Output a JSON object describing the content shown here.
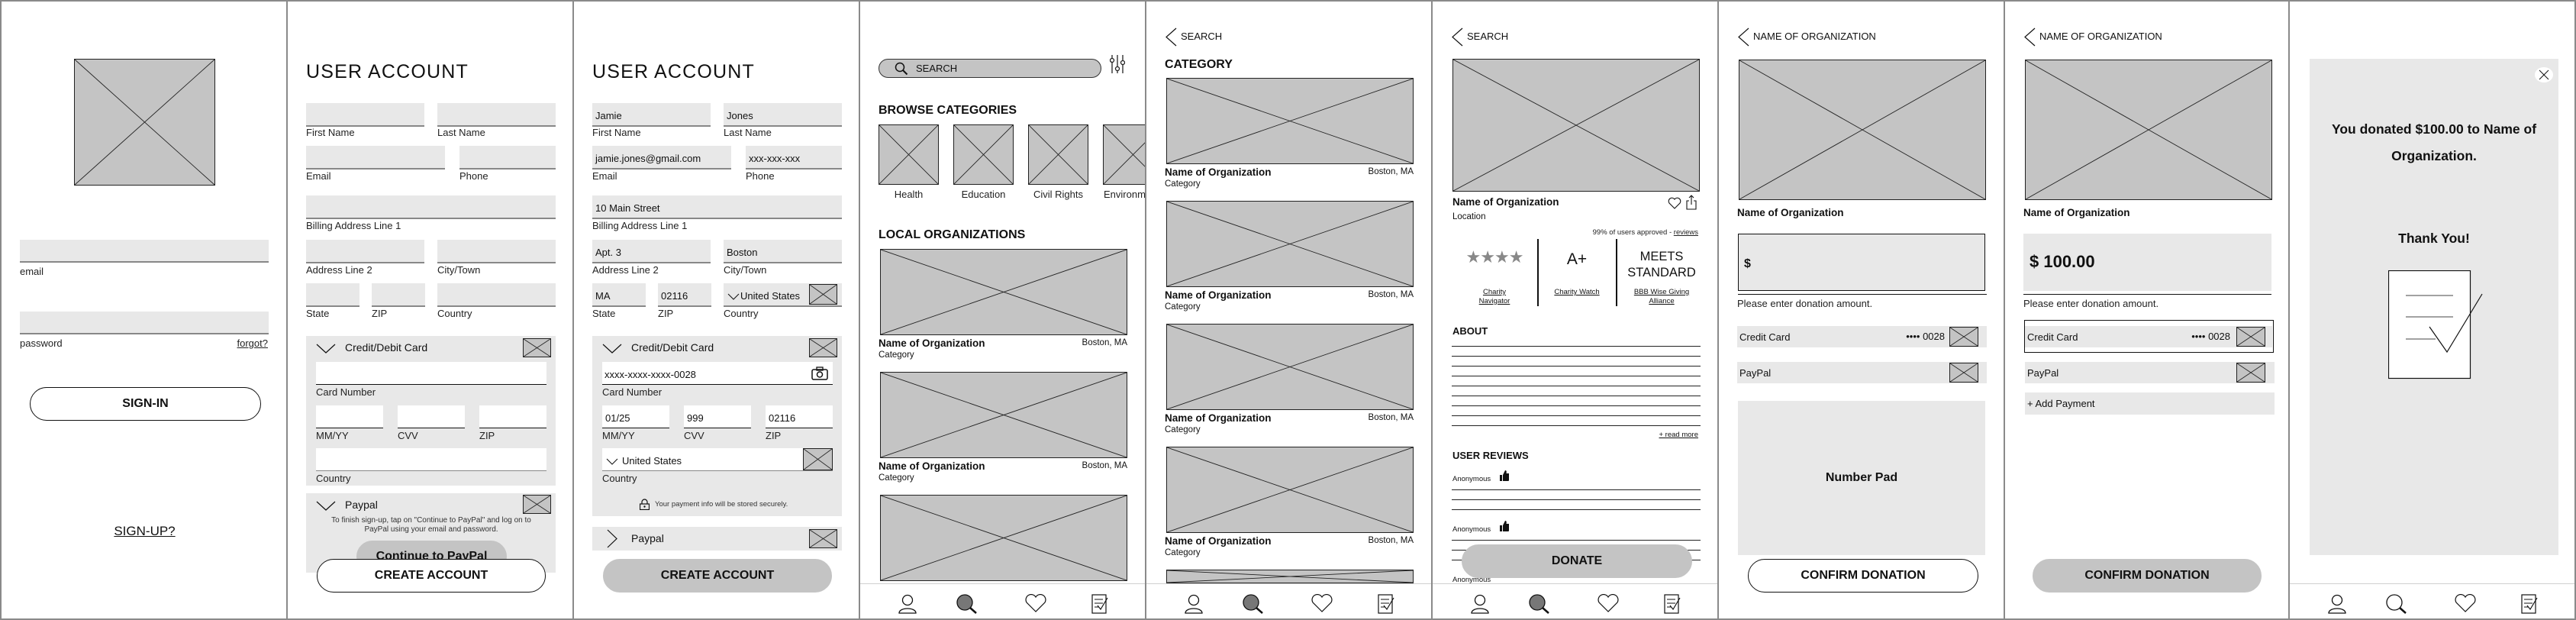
{
  "signin": {
    "email_label": "email",
    "password_label": "password",
    "forgot_link": "forgot?",
    "signin_button": "SIGN-IN",
    "signup_link": "SIGN-UP?"
  },
  "account_empty": {
    "title": "USER ACCOUNT",
    "labels": {
      "first": "First Name",
      "last": "Last Name",
      "email": "Email",
      "phone": "Phone",
      "billing1": "Billing Address Line 1",
      "address2": "Address Line 2",
      "city": "City/Town",
      "state": "State",
      "zip": "ZIP",
      "country": "Country"
    },
    "credit": {
      "title": "Credit/Debit Card",
      "card_number": "Card Number",
      "mmyy": "MM/YY",
      "cvv": "CVV",
      "zip": "ZIP",
      "country": "Country"
    },
    "paypal": {
      "title": "Paypal",
      "note": "To finish sign-up, tap on \"Continue to PayPal\" and log on to PayPal using your email and password.",
      "continue_button": "Continue to PayPal"
    },
    "create_button": "CREATE ACCOUNT"
  },
  "account_filled": {
    "title": "USER ACCOUNT",
    "values": {
      "first": "Jamie",
      "last": "Jones",
      "email": "jamie.jones@gmail.com",
      "phone": "xxx-xxx-xxx",
      "billing1": "10 Main Street",
      "address2": "Apt. 3",
      "city": "Boston",
      "state": "MA",
      "zip": "02116",
      "country": "United States"
    },
    "labels": {
      "first": "First Name",
      "last": "Last Name",
      "email": "Email",
      "phone": "Phone",
      "billing1": "Billing Address Line 1",
      "address2": "Address Line 2",
      "city": "City/Town",
      "state": "State",
      "zip": "ZIP",
      "country": "Country"
    },
    "credit": {
      "title": "Credit/Debit Card",
      "card_number_value": "xxxx-xxxx-xxxx-0028",
      "card_number": "Card Number",
      "mmyy_value": "01/25",
      "mmyy": "MM/YY",
      "cvv_value": "999",
      "cvv": "CVV",
      "zip_value": "02116",
      "zip": "ZIP",
      "country_value": "United States",
      "country": "Country",
      "secure_note": "Your payment info will be stored securely."
    },
    "paypal": {
      "title": "Paypal"
    },
    "create_button": "CREATE ACCOUNT"
  },
  "search": {
    "placeholder": "SEARCH",
    "browse_heading": "BROWSE CATEGORIES",
    "categories": [
      "Health",
      "Education",
      "Civil Rights",
      "Environment"
    ],
    "local_heading": "LOCAL ORGANIZATIONS",
    "orgs": [
      {
        "name": "Name of Organization",
        "location": "Boston, MA",
        "category": "Category"
      },
      {
        "name": "Name of Organization",
        "location": "Boston, MA",
        "category": "Category"
      }
    ]
  },
  "category": {
    "back": "SEARCH",
    "heading": "CATEGORY",
    "orgs": [
      {
        "name": "Name of Organization",
        "location": "Boston, MA",
        "category": "Category"
      },
      {
        "name": "Name of Organization",
        "location": "Boston, MA",
        "category": "Category"
      },
      {
        "name": "Name of Organization",
        "location": "Boston, MA",
        "category": "Category"
      },
      {
        "name": "Name of Organization",
        "location": "Boston, MA",
        "category": "Category"
      }
    ]
  },
  "org_detail": {
    "back": "SEARCH",
    "name": "Name of Organization",
    "location": "Location",
    "approval": "99% of users approved - ",
    "reviews_link": "reviews",
    "ratings": [
      {
        "value": "★★★★",
        "source": "Charity Navigator",
        "stars": 4
      },
      {
        "value": "A+",
        "source": "Charity Watch"
      },
      {
        "value": "MEETS STANDARD",
        "source": "BBB Wise Giving Alliance"
      }
    ],
    "about_heading": "ABOUT",
    "read_more": "+ read more",
    "reviews_heading": "USER REVIEWS",
    "reviewers": [
      "Anonymous",
      "Anonymous",
      "Anonymous"
    ],
    "donate_button": "DONATE"
  },
  "donate_empty": {
    "back": "NAME OF ORGANIZATION",
    "name": "Name of Organization",
    "currency": "$",
    "hint": "Please enter donation amount.",
    "methods": [
      {
        "label": "Credit Card",
        "masked": "•••• 0028"
      },
      {
        "label": "PayPal"
      }
    ],
    "number_pad": "Number Pad",
    "confirm_button": "CONFIRM DONATION"
  },
  "donate_filled": {
    "back": "NAME OF ORGANIZATION",
    "name": "Name of Organization",
    "amount": "$ 100.00",
    "hint": "Please enter donation amount.",
    "methods": [
      {
        "label": "Credit Card",
        "masked": "•••• 0028",
        "selected": true
      },
      {
        "label": "PayPal"
      }
    ],
    "add_payment": "+ Add Payment",
    "confirm_button": "CONFIRM DONATION"
  },
  "confirmation": {
    "message": "You donated $100.00 to Name of Organization.",
    "thanks": "Thank You!"
  },
  "nav": {
    "icons": [
      "profile-icon",
      "search-icon",
      "heart-icon",
      "history-icon"
    ],
    "active": "search-icon"
  },
  "colors": {
    "placeholder": "#c4c4c4",
    "field": "#e8e8e8",
    "border": "#8a8a8a"
  }
}
